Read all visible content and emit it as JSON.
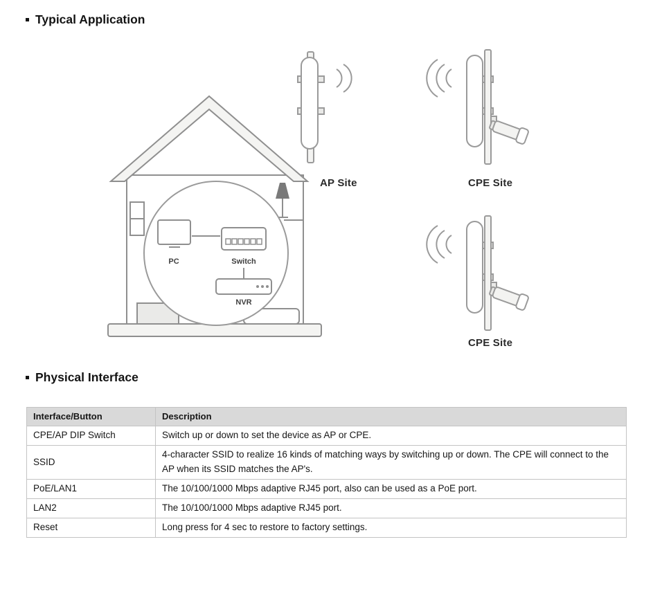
{
  "sections": {
    "typical_application": "Typical Application",
    "physical_interface": "Physical Interface"
  },
  "diagram": {
    "ap_site": "AP Site",
    "cpe_site_top": "CPE Site",
    "cpe_site_bottom": "CPE Site",
    "device_labels": {
      "pc": "PC",
      "switch": "Switch",
      "nvr": "NVR"
    }
  },
  "table": {
    "headers": [
      "Interface/Button",
      "Description"
    ],
    "rows": [
      {
        "interface": "CPE/AP DIP Switch",
        "description": "Switch up or down to set the device as AP or CPE."
      },
      {
        "interface": "SSID",
        "description": "4-character SSID to realize 16 kinds of matching ways by switching up or down. The CPE will connect to the AP when its SSID matches the AP's."
      },
      {
        "interface": "PoE/LAN1",
        "description": "The 10/100/1000 Mbps adaptive RJ45 port, also can be used as a PoE port."
      },
      {
        "interface": "LAN2",
        "description": "The 10/100/1000 Mbps adaptive RJ45 port."
      },
      {
        "interface": "Reset",
        "description": "Long press for 4 sec to restore to factory settings."
      }
    ]
  },
  "colors": {
    "table_header_bg": "#d9d9d9",
    "diagram_stroke": "#9a9a9a",
    "text": "#161616"
  }
}
